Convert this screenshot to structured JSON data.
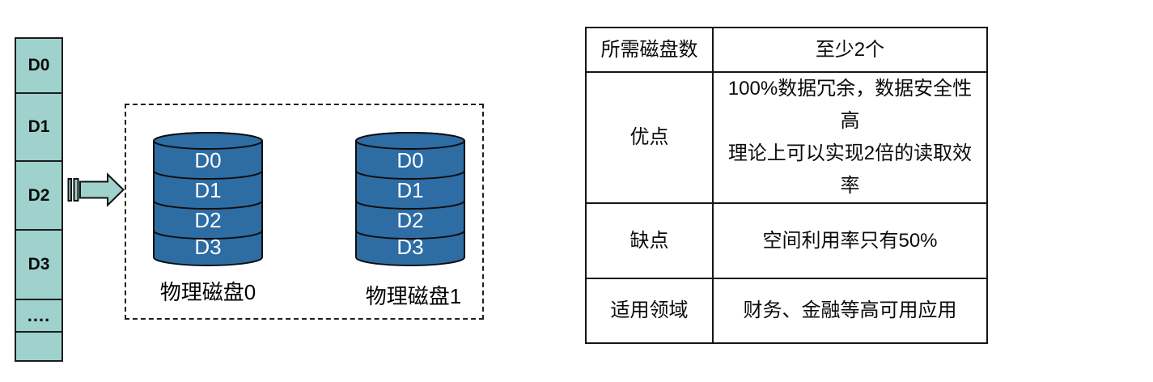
{
  "colors": {
    "teal": "#9FD1CD",
    "disk_blue": "#2E6CA4",
    "line": "#1C1C1C",
    "disk_text": "#FFFFFF"
  },
  "stripe_column": {
    "cells": [
      "D0",
      "D1",
      "D2",
      "D3",
      "....",
      ""
    ]
  },
  "arrow": {
    "name": "striped-right-arrow"
  },
  "disk_group": {
    "disks": [
      {
        "label": "物理磁盘0",
        "segments": [
          "D0",
          "D1",
          "D2",
          "D3"
        ]
      },
      {
        "label": "物理磁盘1",
        "segments": [
          "D0",
          "D1",
          "D2",
          "D3"
        ]
      }
    ]
  },
  "table": {
    "rows": [
      {
        "header": "所需磁盘数",
        "lines": [
          "至少2个"
        ]
      },
      {
        "header": "优点",
        "lines": [
          "100%数据冗余，数据安全性高",
          "理论上可以实现2倍的读取效率"
        ]
      },
      {
        "header": "缺点",
        "lines": [
          "空间利用率只有50%"
        ]
      },
      {
        "header": "适用领域",
        "lines": [
          "财务、金融等高可用应用"
        ]
      }
    ]
  }
}
